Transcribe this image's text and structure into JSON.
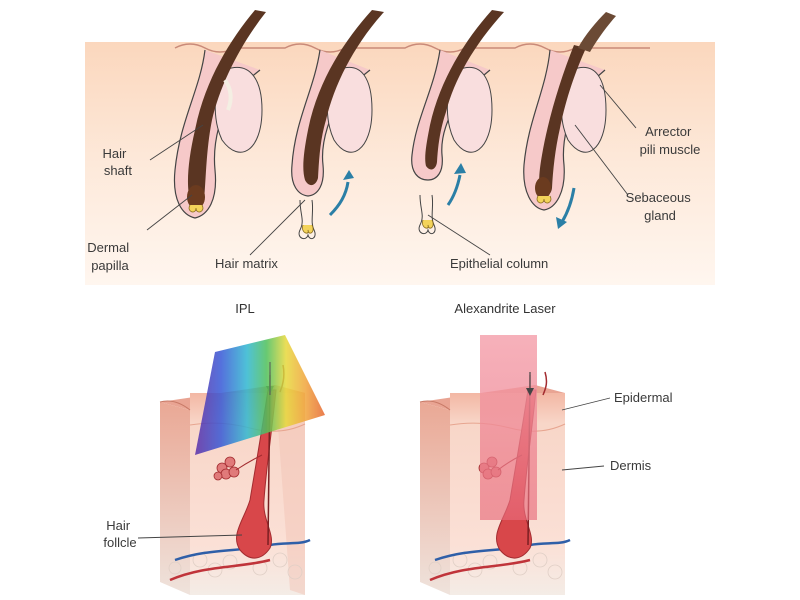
{
  "top_panel": {
    "labels": {
      "hair_shaft": [
        "Hair",
        "shaft"
      ],
      "dermal_papilla": [
        "Dermal",
        "papilla"
      ],
      "hair_matrix": "Hair matrix",
      "epithelial_column": "Epithelial column",
      "arrector_pili": [
        "Arrector",
        "pili muscle"
      ],
      "sebaceous_gland": [
        "Sebaceous",
        "gland"
      ]
    }
  },
  "bottom_panel": {
    "ipl": {
      "title": "IPL",
      "hair_follicle_label": [
        "Hair",
        "follcle"
      ]
    },
    "laser": {
      "title": "Alexandrite Laser",
      "epidermal_label": "Epidermal",
      "dermis_label": "Dermis"
    }
  },
  "colors": {
    "skin_band": "#fbe3cf",
    "follicle_sheath": "#f6c9c9",
    "hair_dark": "#5a3522",
    "arrow_blue": "#2b7fa6",
    "laser_beam": "#f18f9a",
    "follicle_red": "#d8474a"
  }
}
